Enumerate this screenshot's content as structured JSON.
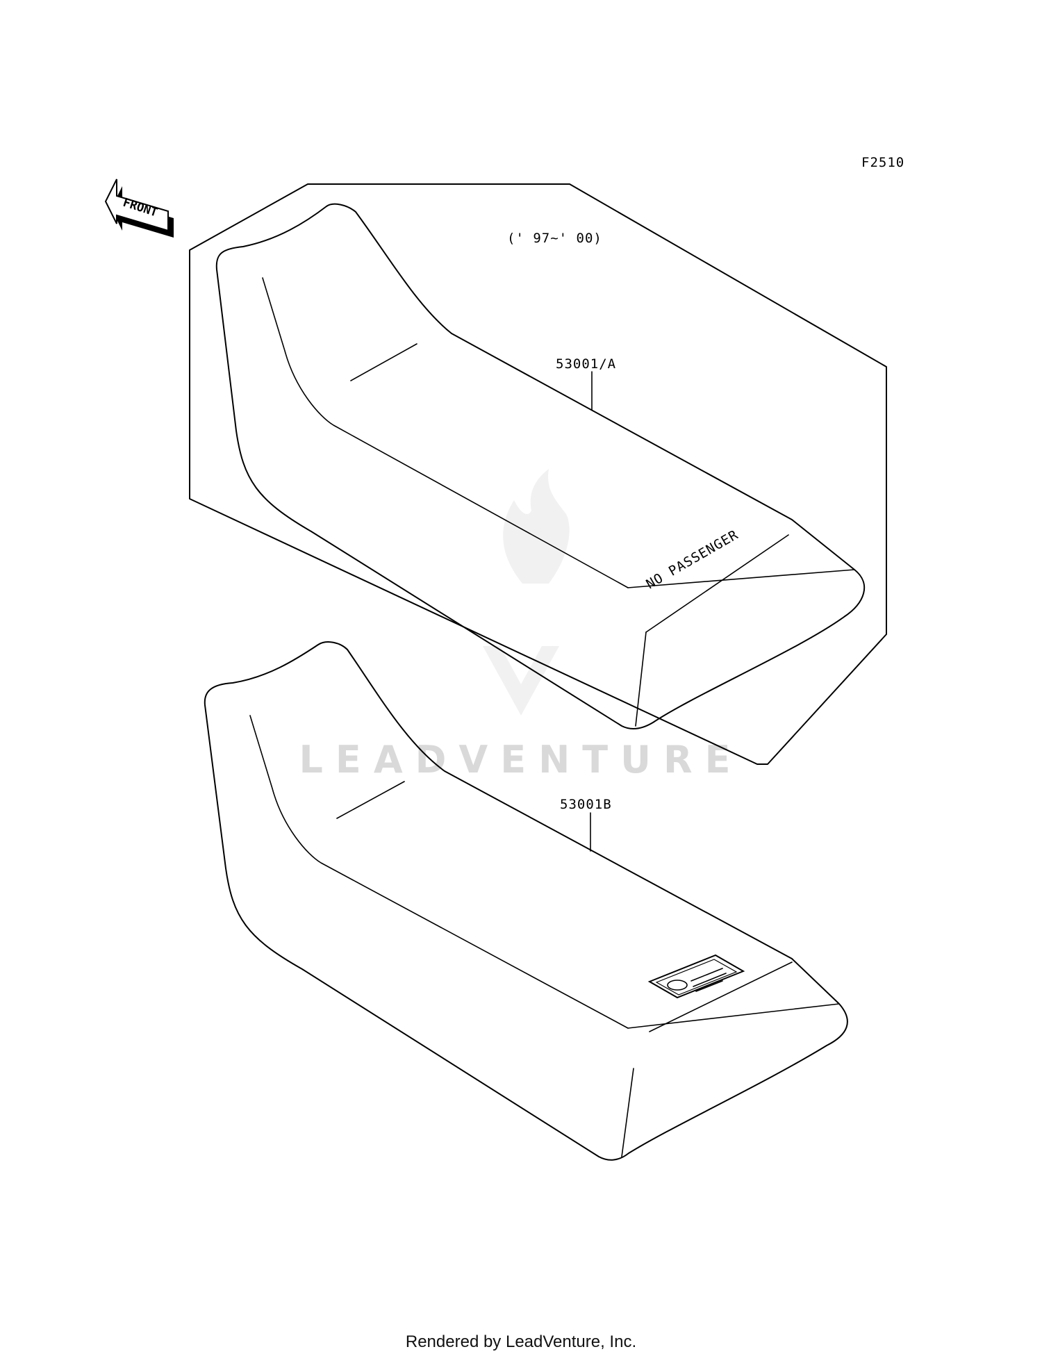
{
  "diagram_code": "F2510",
  "front_label": "FRONT",
  "year_range": "(' 97~' 00)",
  "parts": [
    {
      "number": "53001/A",
      "decal_text": "NO PASSENGER"
    },
    {
      "number": "53001B"
    }
  ],
  "watermark": "LEADVENTURE",
  "footer": "Rendered by LeadVenture, Inc."
}
